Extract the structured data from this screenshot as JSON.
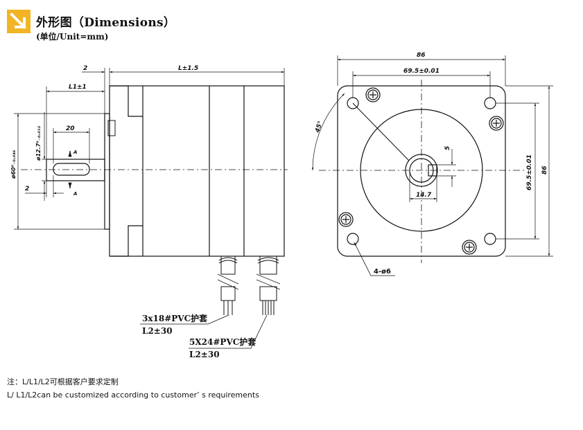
{
  "header": {
    "title": "外形图（Dimensions）",
    "subtitle": "(单位/Unit=mm)"
  },
  "side_view": {
    "dim_L": "L±1.5",
    "dim_2_top": "2",
    "dim_L1": "L1±1",
    "dim_20": "20",
    "dim_2_bottom": "2",
    "dim_shaft_dia": "ø12.7⁰₋₀.₀₁₂",
    "dim_flange_dia": "ø60⁰₋₀.₀₄₆",
    "section_mark": "A"
  },
  "front_view": {
    "dim_86_top": "86",
    "dim_69_5_top": "69.5±0.01",
    "dim_45": "45°",
    "dim_5": "5",
    "dim_14_7": "14.7",
    "dim_69_5_right": "69.5±0.01",
    "dim_86_right": "86",
    "holes": "4-ø6"
  },
  "cables": {
    "cable1_spec": "3x18#PVC护套",
    "cable1_len": "L2±30",
    "cable2_spec": "5X24#PVC护套",
    "cable2_len": "L2±30"
  },
  "notes": {
    "line1": "注：L/L1/L2可根据客户要求定制",
    "line2": "L/ L1/L2can be customized according to customer’ s requirements"
  },
  "colors": {
    "logo": "#f2b424",
    "line": "#111111"
  }
}
